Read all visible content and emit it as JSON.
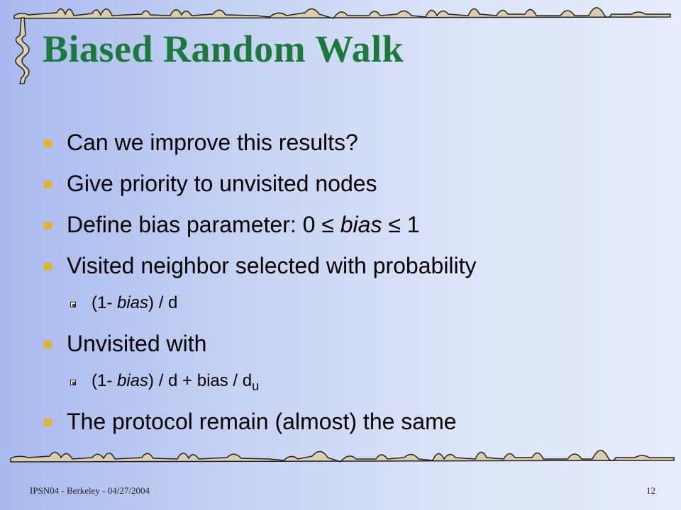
{
  "slide": {
    "title": "Biased Random Walk",
    "bullets": [
      {
        "text": "Can we improve this results?"
      },
      {
        "text": "Give priority to unvisited nodes"
      },
      {
        "pre": "Define bias parameter: 0 ≤ ",
        "em": "bias",
        "post": " ≤ 1"
      },
      {
        "text": "Visited neighbor selected with probability"
      },
      {
        "pre": "(1- ",
        "em": "bias",
        "post": ") / d"
      },
      {
        "text": "Unvisited with"
      },
      {
        "pre": "(1- ",
        "em": "bias",
        "post": ") / d + bias / d",
        "sub": "u"
      },
      {
        "text": "The protocol remain (almost) the same"
      }
    ],
    "footer_left": "IPSN04 - Berkeley - 04/27/2004",
    "page_number": "12"
  },
  "colors": {
    "title": "#1b7a3b",
    "bullet": "#e0b52d",
    "wave_fill": "#d9cfae"
  }
}
